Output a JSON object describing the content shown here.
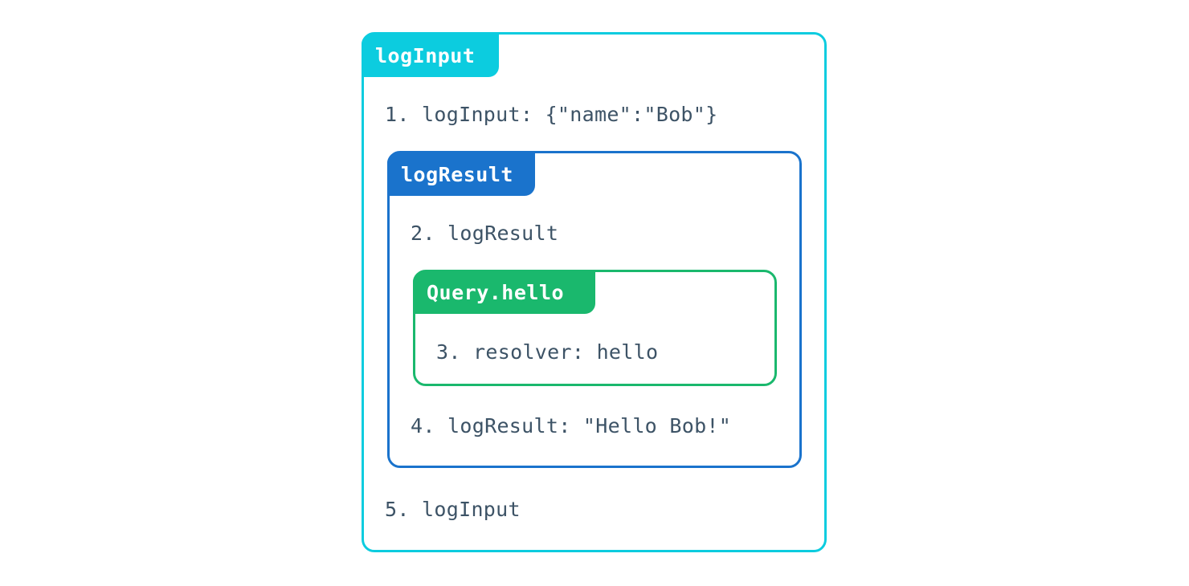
{
  "diagram": {
    "background_color": "#ffffff",
    "text_color": "#3d5366",
    "frames": [
      {
        "id": "outer",
        "label": "logInput",
        "color": "#0cccdf",
        "label_text_color": "#ffffff"
      },
      {
        "id": "middle",
        "label": "logResult",
        "color": "#1a73cc",
        "label_text_color": "#ffffff"
      },
      {
        "id": "inner",
        "label": "Query.hello",
        "color": "#1ab86d",
        "label_text_color": "#ffffff"
      }
    ],
    "lines": [
      {
        "index": "1",
        "text": "1. logInput: {\"name\":\"Bob\"}"
      },
      {
        "index": "2",
        "text": "2. logResult"
      },
      {
        "index": "3",
        "text": "3. resolver: hello"
      },
      {
        "index": "4",
        "text": "4. logResult: \"Hello Bob!\""
      },
      {
        "index": "5",
        "text": "5. logInput"
      }
    ]
  }
}
